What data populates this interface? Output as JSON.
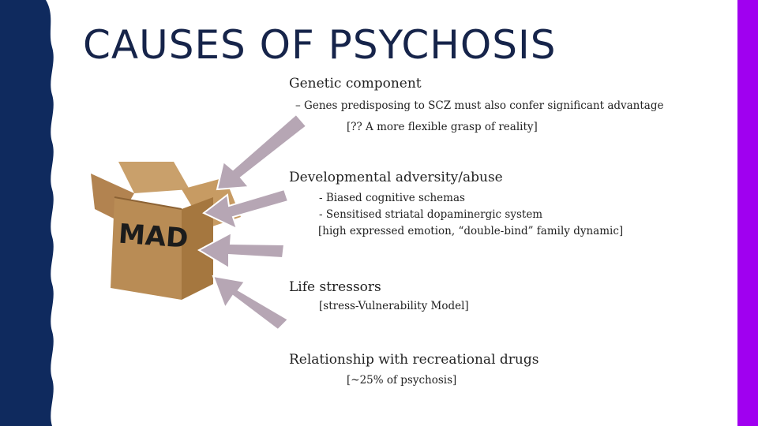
{
  "colors": {
    "left_band": "#0f2a5e",
    "right_band": "#a000f0",
    "title": "#16244a",
    "arrow": "#b6a6b4",
    "arrow_outline": "#ffffff",
    "box_front": "#b98c55",
    "box_side": "#a5773f",
    "box_flap": "#c9a06b",
    "mad_text": "#1c1c1c"
  },
  "slide": {
    "title": "CAUSES OF PSYCHOSIS",
    "box_label": "MAD",
    "sections": [
      {
        "heading": "Genetic component",
        "lines": [
          "– Genes predisposing to SCZ must also confer significant advantage",
          "[?? A more flexible grasp of reality]"
        ]
      },
      {
        "heading": "Developmental adversity/abuse",
        "lines": [
          "-  Biased cognitive schemas",
          "-  Sensitised striatal dopaminergic system",
          "[high expressed emotion, “double-bind” family dynamic]"
        ]
      },
      {
        "heading": "Life stressors",
        "lines": [
          "[stress-Vulnerability Model]"
        ]
      },
      {
        "heading": "Relationship with recreational drugs",
        "lines": [
          "[~25% of psychosis]"
        ]
      }
    ],
    "icons": [
      "cardboard-box-icon",
      "arrow-icon"
    ]
  }
}
